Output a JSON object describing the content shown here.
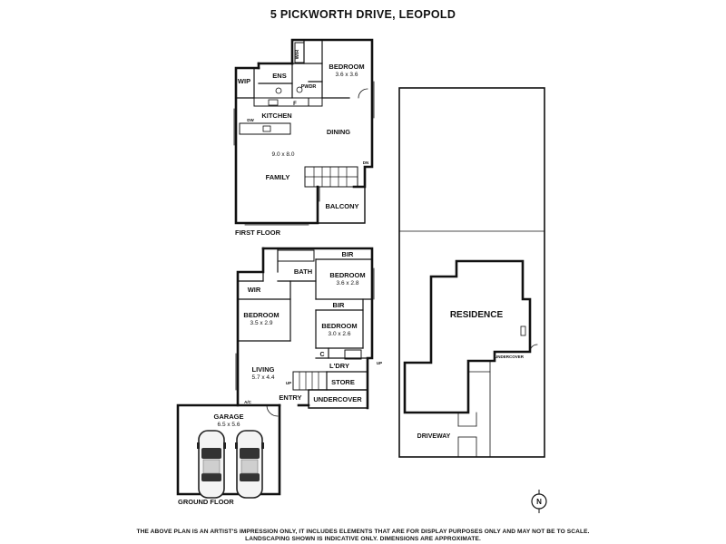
{
  "header": {
    "title": "5 PICKWORTH DRIVE, LEOPOLD"
  },
  "first_floor": {
    "label": "FIRST FLOOR",
    "wip": "WIP",
    "wir": "WIR",
    "ens": "ENS",
    "pwdr": "PWDR",
    "f": "F",
    "bedroom": "BEDROOM",
    "bedroom_dim": "3.6 x 3.6",
    "kitchen": "KITCHEN",
    "dw": "DW",
    "dining": "DINING",
    "living_dim": "9.0 x 8.0",
    "family": "FAMILY",
    "dn": "DN",
    "balcony": "BALCONY"
  },
  "ground_floor": {
    "label": "GROUND FLOOR",
    "bir_top": "BIR",
    "bath": "BATH",
    "bedroom2": "BEDROOM",
    "bedroom2_dim": "3.6 x 2.8",
    "wir": "WIR",
    "bedroom3": "BEDROOM",
    "bedroom3_dim": "3.5 x 2.9",
    "bir_mid": "BIR",
    "bedroom4": "BEDROOM",
    "bedroom4_dim": "3.0 x 2.6",
    "c": "C",
    "ldry": "L'DRY",
    "living": "LIVING",
    "living_dim": "5.7 x 4.4",
    "up": "UP",
    "up2": "UP",
    "store": "STORE",
    "entry": "ENTRY",
    "undercover": "UNDERCOVER",
    "ac": "A/C",
    "garage": "GARAGE",
    "garage_dim": "6.5 x 5.6"
  },
  "site": {
    "residence": "RESIDENCE",
    "undercover": "UNDERCOVER",
    "driveway": "DRIVEWAY"
  },
  "compass": {
    "letter": "N"
  },
  "footer": {
    "line1": "THE ABOVE PLAN IS AN ARTIST'S IMPRESSION ONLY, IT INCLUDES ELEMENTS THAT ARE FOR DISPLAY PURPOSES ONLY AND MAY NOT BE TO SCALE.",
    "line2": "LANDSCAPING SHOWN IS INDICATIVE ONLY. DIMENSIONS ARE APPROXIMATE."
  }
}
